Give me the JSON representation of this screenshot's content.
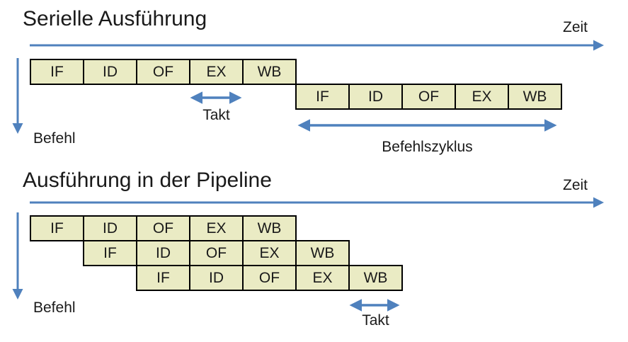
{
  "colors": {
    "cell_fill": "#EAEBC4",
    "cell_border": "#000000",
    "arrow_blue": "#4F81BD",
    "text": "#1A1A1A"
  },
  "stages": [
    "IF",
    "ID",
    "OF",
    "EX",
    "WB"
  ],
  "serial": {
    "title": "Serielle Ausführung",
    "time_axis_label": "Zeit",
    "instruction_axis_label": "Befehl",
    "clock_label": "Takt",
    "cycle_label": "Befehlszyklus",
    "rows": [
      {
        "offset": 0
      },
      {
        "offset": 5
      }
    ]
  },
  "pipeline": {
    "title": "Ausführung in der Pipeline",
    "time_axis_label": "Zeit",
    "instruction_axis_label": "Befehl",
    "clock_label": "Takt",
    "rows": [
      {
        "offset": 0
      },
      {
        "offset": 1
      },
      {
        "offset": 2
      }
    ]
  }
}
